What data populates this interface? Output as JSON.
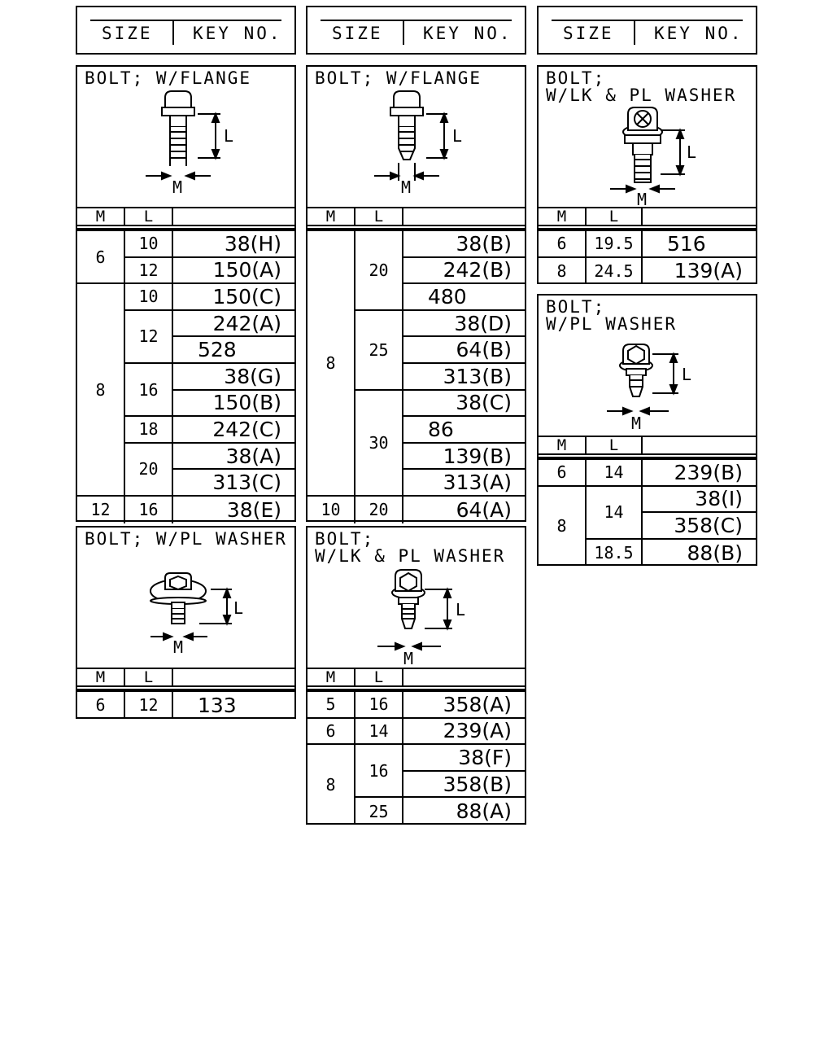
{
  "headers": [
    {
      "size": "SIZE",
      "key": "KEY NO."
    },
    {
      "size": "SIZE",
      "key": "KEY NO."
    },
    {
      "size": "SIZE",
      "key": "KEY NO."
    }
  ],
  "col_labels": {
    "m": "M",
    "l": "L"
  },
  "dim_labels": {
    "m": "M",
    "l": "L"
  },
  "panels": {
    "p1": {
      "title": "BOLT; W/FLANGE",
      "rows": [
        {
          "m": "6",
          "groups": [
            {
              "l": "10",
              "keys": [
                "38(H)"
              ]
            },
            {
              "l": "12",
              "keys": [
                "150(A)"
              ]
            }
          ]
        },
        {
          "m": "8",
          "groups": [
            {
              "l": "10",
              "keys": [
                "150(C)"
              ]
            },
            {
              "l": "12",
              "keys": [
                "242(A)",
                "528"
              ]
            },
            {
              "l": "16",
              "keys": [
                "38(G)",
                "150(B)"
              ]
            },
            {
              "l": "18",
              "keys": [
                "242(C)"
              ]
            },
            {
              "l": "20",
              "keys": [
                "38(A)",
                "313(C)"
              ]
            }
          ]
        },
        {
          "m": "12",
          "groups": [
            {
              "l": "16",
              "keys": [
                "38(E)"
              ]
            }
          ]
        }
      ]
    },
    "p2": {
      "title": "BOLT; W/FLANGE",
      "rows": [
        {
          "m": "8",
          "groups": [
            {
              "l": "20",
              "keys": [
                "38(B)",
                "242(B)",
                "480"
              ]
            },
            {
              "l": "25",
              "keys": [
                "38(D)",
                "64(B)",
                "313(B)"
              ]
            },
            {
              "l": "30",
              "keys": [
                "38(C)",
                "86",
                "139(B)",
                "313(A)"
              ]
            }
          ]
        },
        {
          "m": "10",
          "groups": [
            {
              "l": "20",
              "keys": [
                "64(A)"
              ]
            }
          ]
        }
      ]
    },
    "p3": {
      "title": "BOLT;\nW/LK & PL WASHER",
      "rows": [
        {
          "m": "6",
          "groups": [
            {
              "l": "19.5",
              "keys": [
                "516"
              ]
            }
          ]
        },
        {
          "m": "8",
          "groups": [
            {
              "l": "24.5",
              "keys": [
                "139(A)"
              ]
            }
          ]
        }
      ]
    },
    "p4": {
      "title": "BOLT; W/PL WASHER",
      "rows": [
        {
          "m": "6",
          "groups": [
            {
              "l": "12",
              "keys": [
                "133"
              ]
            }
          ]
        }
      ]
    },
    "p5": {
      "title": "BOLT;\nW/LK & PL WASHER",
      "rows": [
        {
          "m": "5",
          "groups": [
            {
              "l": "16",
              "keys": [
                "358(A)"
              ]
            }
          ]
        },
        {
          "m": "6",
          "groups": [
            {
              "l": "14",
              "keys": [
                "239(A)"
              ]
            }
          ]
        },
        {
          "m": "8",
          "groups": [
            {
              "l": "16",
              "keys": [
                "38(F)",
                "358(B)"
              ]
            },
            {
              "l": "25",
              "keys": [
                "88(A)"
              ]
            }
          ]
        }
      ]
    },
    "p6": {
      "title": "BOLT;\nW/PL WASHER",
      "rows": [
        {
          "m": "6",
          "groups": [
            {
              "l": "14",
              "keys": [
                "239(B)"
              ]
            }
          ]
        },
        {
          "m": "8",
          "groups": [
            {
              "l": "14",
              "keys": [
                "38(I)",
                "358(C)"
              ]
            },
            {
              "l": "18.5",
              "keys": [
                "88(B)"
              ]
            }
          ]
        }
      ]
    }
  }
}
